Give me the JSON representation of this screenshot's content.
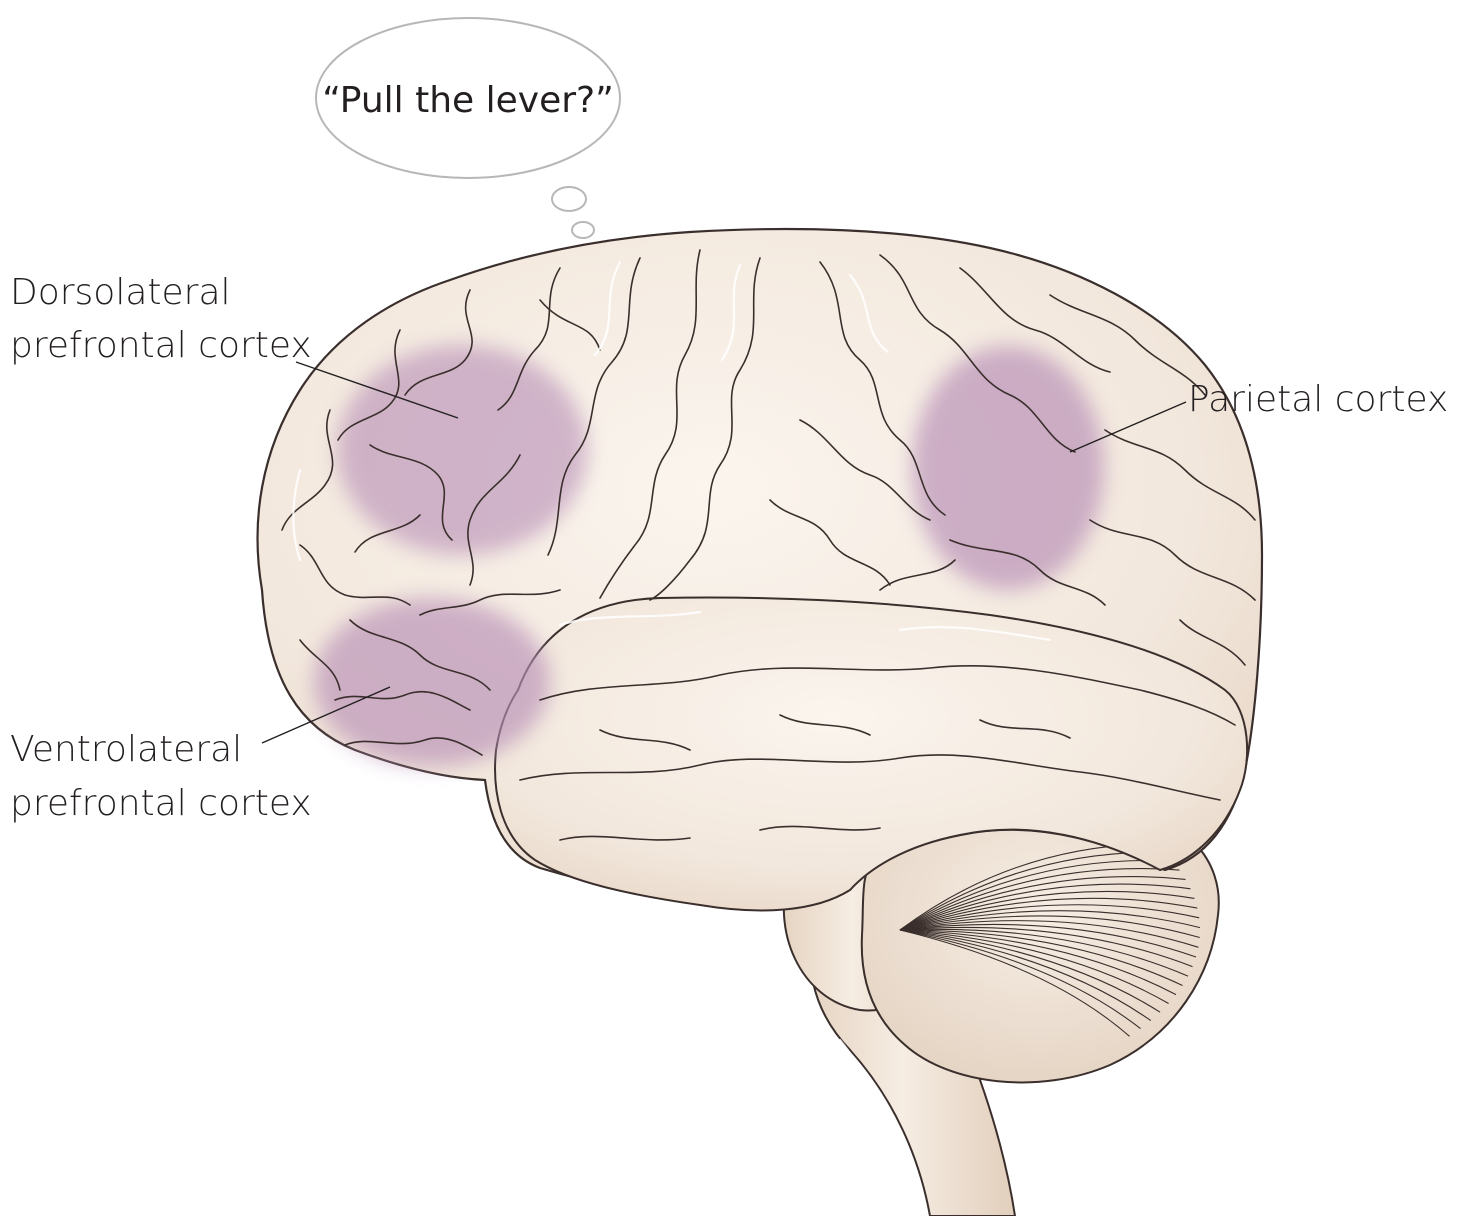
{
  "thought_bubble": {
    "text": "“Pull the lever?”"
  },
  "labels": {
    "dlpfc_line1": "Dorsolateral",
    "dlpfc_line2": "prefrontal cortex",
    "parietal": "Parietal cortex",
    "vlpfc_line1": "Ventrolateral",
    "vlpfc_line2": "prefrontal cortex"
  },
  "colors": {
    "brain_fill": "#f2e7dc",
    "brain_outline": "#3a2f2c",
    "region_highlight": "#b88fb6",
    "cerebellum_fill": "#efe4d8",
    "stem_fill": "#f0e3d6"
  }
}
